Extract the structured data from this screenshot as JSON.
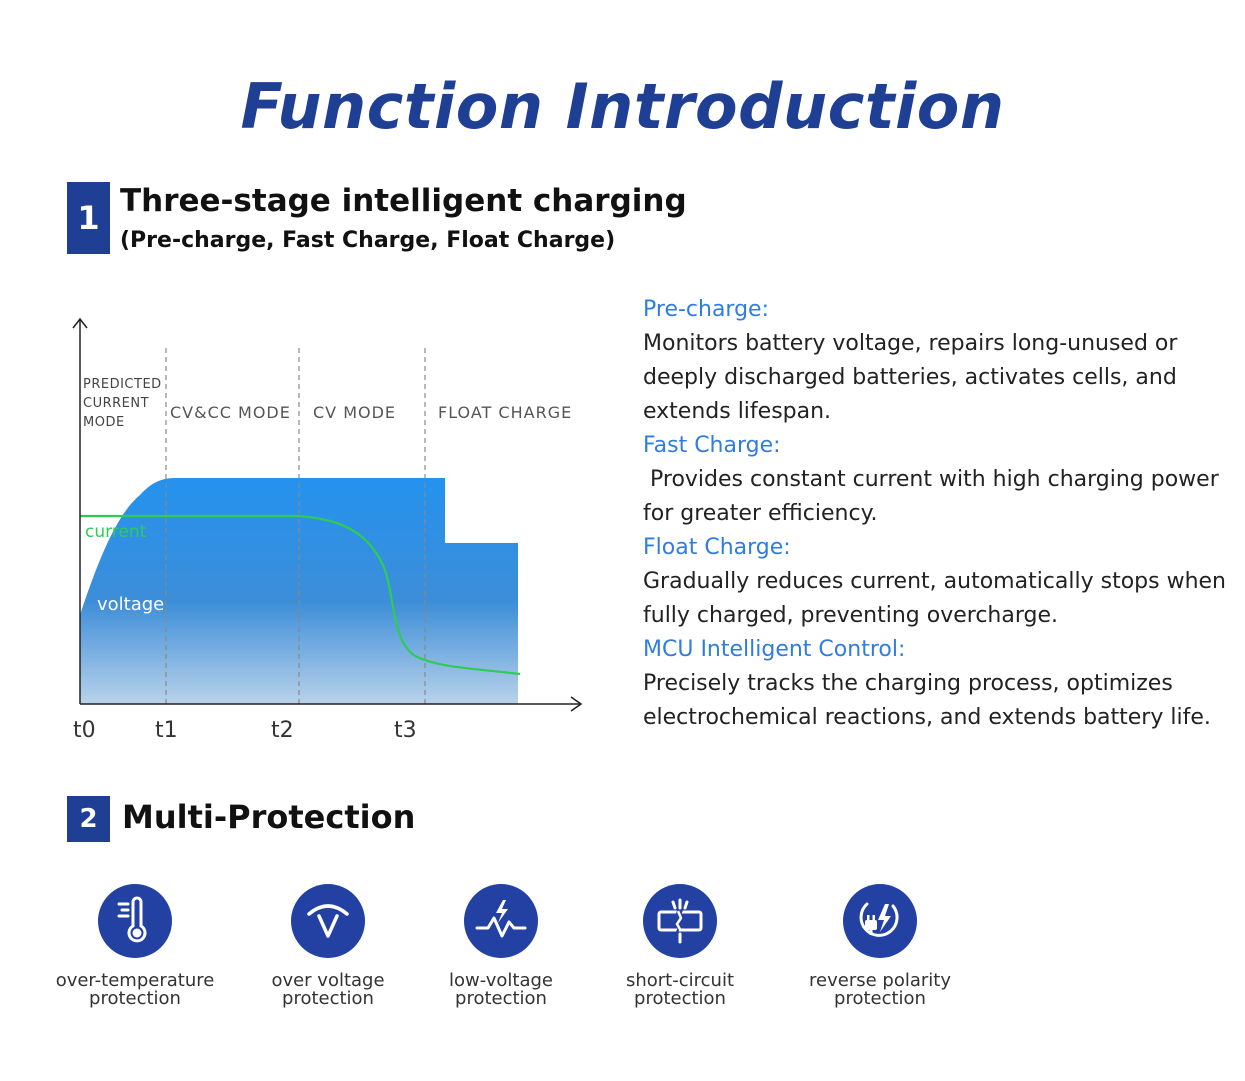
{
  "title": "Function Introduction",
  "section1": {
    "number": "1",
    "title": "Three-stage intelligent charging",
    "subtitle": "(Pre-charge, Fast Charge, Float Charge)"
  },
  "diagram": {
    "mode_labels": [
      "PREDICTED\nCURRENT\nMODE",
      "CV&CC MODE",
      "CV MODE",
      "FLOAT CHARGE"
    ],
    "series": {
      "current": "current",
      "voltage": "voltage"
    },
    "ticks": [
      "t0",
      "t1",
      "t2",
      "t3"
    ],
    "colors": {
      "area": "#2a8fe6",
      "current_line": "#2ecc55",
      "dashed": "#888888"
    }
  },
  "descriptions": [
    {
      "heading": "Pre-charge:",
      "text": "Monitors battery voltage, repairs long-unused or deeply discharged batteries, activates cells, and extends lifespan."
    },
    {
      "heading": "Fast Charge:",
      "text": " Provides constant current with high charging power for greater efficiency."
    },
    {
      "heading": "Float Charge:",
      "text": "Gradually reduces current, automatically stops when fully charged, preventing overcharge."
    },
    {
      "heading": "MCU Intelligent Control:",
      "text": "Precisely tracks the charging process, optimizes electrochemical reactions, and extends battery life."
    }
  ],
  "section2": {
    "number": "2",
    "title": "Multi-Protection"
  },
  "protections": [
    {
      "icon": "thermometer-icon",
      "label": "over-temperature\nprotection"
    },
    {
      "icon": "voltage-v-icon",
      "label": "over voltage\nprotection"
    },
    {
      "icon": "waveform-bolt-icon",
      "label": "low-voltage\nprotection"
    },
    {
      "icon": "broken-circuit-icon",
      "label": "short-circuit\nprotection"
    },
    {
      "icon": "plug-bolt-icon",
      "label": "reverse polarity\nprotection"
    }
  ]
}
